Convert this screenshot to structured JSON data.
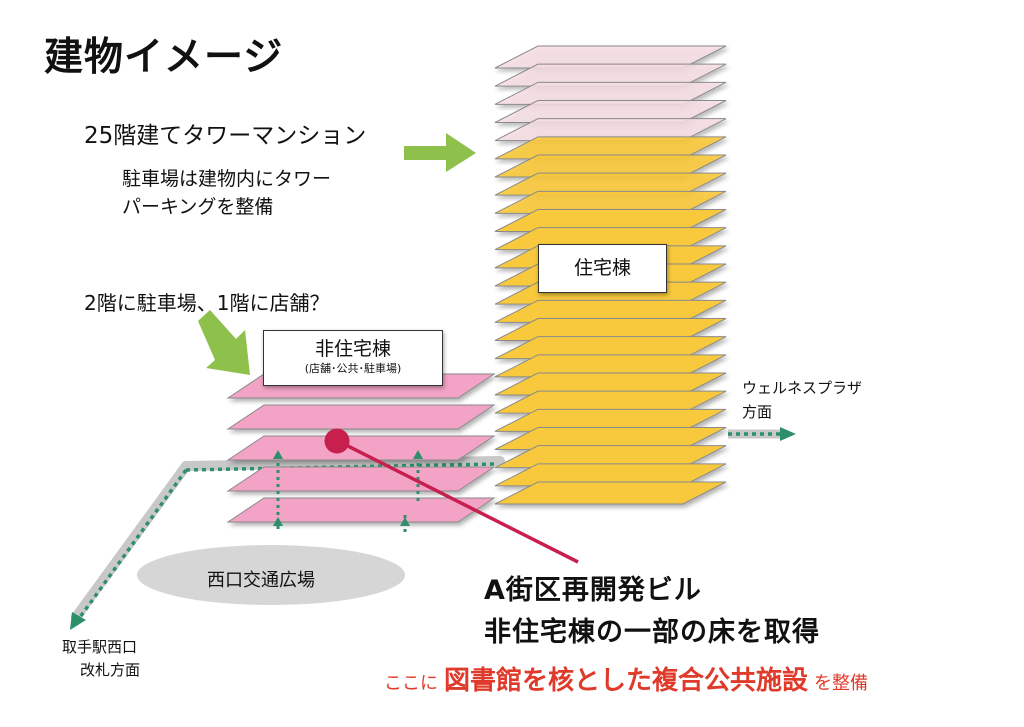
{
  "title": "建物イメージ",
  "tower": {
    "description": "25階建てタワーマンション",
    "parking_note": [
      "駐車場は建物内にタワー",
      "パーキングを整備"
    ],
    "label": "住宅棟",
    "floor_count": 25,
    "upper_floor_color": "#f6dde3",
    "lower_floor_color": "#f8c93c"
  },
  "podium": {
    "description": "2階に駐車場、1階に店舗？",
    "label": "非住宅棟",
    "sublabel": "(店舗･公共･駐車場)",
    "floor_count": 5,
    "floor_color": "#f2a3c6"
  },
  "plaza": {
    "label": "西口交通広場"
  },
  "directions": {
    "wellness": [
      "ウェルネスプラザ",
      "方面"
    ],
    "station": [
      "取手駅西口",
      "改札方面"
    ]
  },
  "callout": {
    "building": "A街区再開発ビル",
    "floor_note": "非住宅棟の一部の床を取得",
    "facility_prefix": "ここに",
    "facility": "図書館を核とした複合公共施設",
    "facility_suffix": "を整備"
  },
  "colors": {
    "arrow_green": "#8dc14b",
    "path_green": "#2e8f6b",
    "path_shade": "#c8c8c8",
    "marker": "#c8204e",
    "accent_red": "#e03a2a"
  }
}
